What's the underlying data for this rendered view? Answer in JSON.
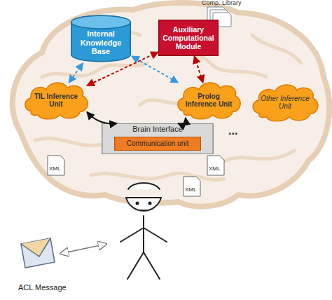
{
  "diagram": {
    "nodes": [
      {
        "text": [
          "Internal Knowledge Base"
        ]
      },
      {
        "text": [
          "Auxiliary Computational Module"
        ]
      },
      {
        "text": [
          "TIL Inference Unit"
        ]
      },
      {
        "text": [
          "Prolog Inference Unit"
        ]
      },
      {
        "text": [
          "Other Inference Unit"
        ]
      },
      {
        "text": [
          "Brain Interface"
        ]
      },
      {
        "text": [
          "Communication unit"
        ],
        "in": 5
      }
    ],
    "edges": [
      {
        "from": 0,
        "to": 2,
        "arrow": "both"
      },
      {
        "from": 0,
        "to": 3,
        "arrow": "both"
      },
      {
        "from": 1,
        "to": 2,
        "arrow": "both"
      },
      {
        "from": 1,
        "to": 3,
        "arrow": "both"
      },
      {
        "from": 2,
        "to": 5,
        "arrow": "both"
      },
      {
        "from": 3,
        "to": 5,
        "arrow": "both"
      }
    ],
    "labels": [
      "Comp. Library",
      "XML",
      "XML",
      "XML",
      "...",
      "ACL Message"
    ]
  }
}
